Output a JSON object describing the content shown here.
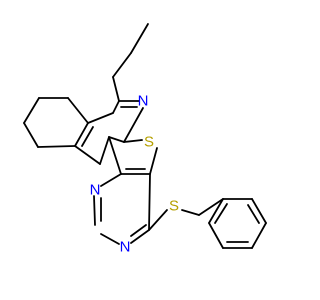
{
  "molecule": {
    "atoms": {
      "nitrogen_pyridine": {
        "symbol": "N",
        "color": "#0000ff"
      },
      "sulfur_thiophene": {
        "symbol": "S",
        "color": "#b5a000"
      },
      "nitrogen_pyrimidine_left": {
        "symbol": "N",
        "color": "#0000ff"
      },
      "nitrogen_pyrimidine_right": {
        "symbol": "N",
        "color": "#0000ff"
      },
      "sulfur_thioether": {
        "symbol": "S",
        "color": "#b5a000"
      }
    },
    "bond_color": "#000000",
    "background": "#ffffff"
  }
}
